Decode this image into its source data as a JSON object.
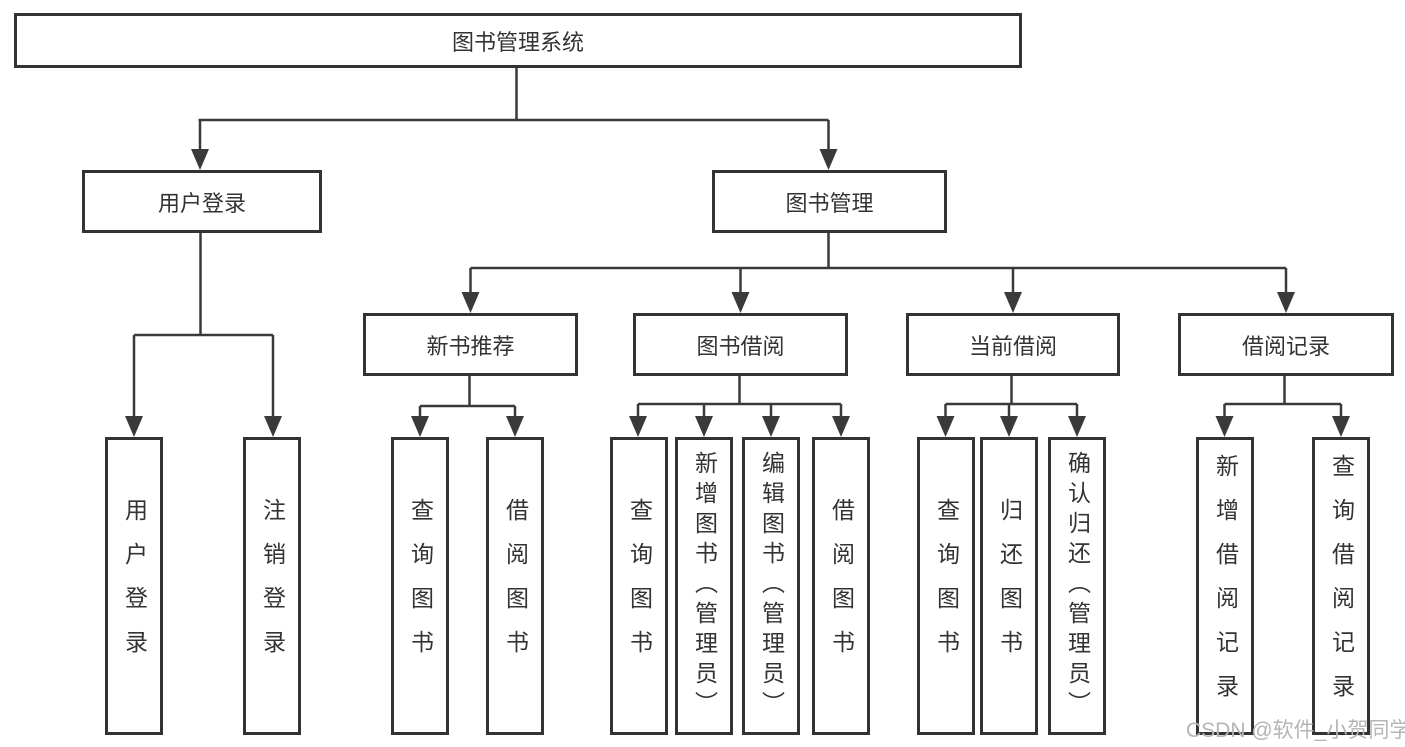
{
  "diagram": {
    "root": {
      "label": "图书管理系统"
    },
    "level2": [
      {
        "label": "用户登录"
      },
      {
        "label": "图书管理"
      }
    ],
    "level3": [
      {
        "label": "新书推荐"
      },
      {
        "label": "图书借阅"
      },
      {
        "label": "当前借阅"
      },
      {
        "label": "借阅记录"
      }
    ],
    "leaves": [
      {
        "label": "用户登录"
      },
      {
        "label": "注销登录"
      },
      {
        "label": "查询图书"
      },
      {
        "label": "借阅图书"
      },
      {
        "label": "查询图书"
      },
      {
        "label": "新增图书（管理员）"
      },
      {
        "label": "编辑图书（管理员）"
      },
      {
        "label": "借阅图书"
      },
      {
        "label": "查询图书"
      },
      {
        "label": "归还图书"
      },
      {
        "label": "确认归还（管理员）"
      },
      {
        "label": "新增借阅记录"
      },
      {
        "label": "查询借阅记录"
      }
    ]
  },
  "watermark": "CSDN @软件_小贺同学",
  "colors": {
    "line": "#3a3a3a",
    "border": "#333333",
    "text": "#333333",
    "watermark": "#b5b5b5",
    "background": "#ffffff"
  }
}
